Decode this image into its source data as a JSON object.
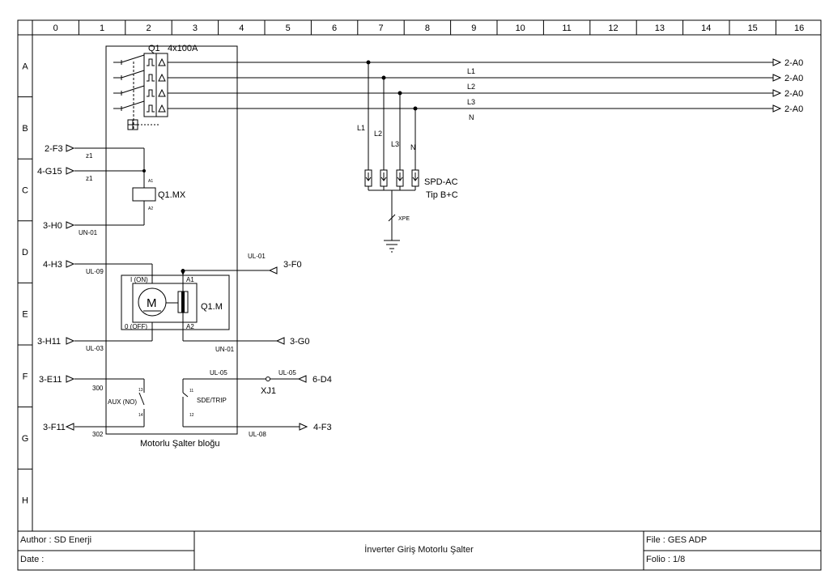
{
  "grid": {
    "columns": [
      "0",
      "1",
      "2",
      "3",
      "4",
      "5",
      "6",
      "7",
      "8",
      "9",
      "10",
      "11",
      "12",
      "13",
      "14",
      "15",
      "16"
    ],
    "rows": [
      "A",
      "B",
      "C",
      "D",
      "E",
      "F",
      "G",
      "H"
    ]
  },
  "breaker": {
    "name": "Q1",
    "rating": "4x100A"
  },
  "bus": {
    "labels": [
      "L1",
      "L2",
      "L3",
      "N"
    ],
    "drop_labels": [
      "L1",
      "L2",
      "L3",
      "N"
    ],
    "refs": [
      "2-A0",
      "2-A0",
      "2-A0",
      "2-A0"
    ]
  },
  "spd": {
    "name": "SPD-AC",
    "type": "Tip B+C",
    "earth_label": "XPE"
  },
  "inputs": {
    "f3": "2-F3",
    "g15": "4-G15",
    "h0": "3-H0",
    "h3": "4-H3",
    "h11": "3-H11",
    "e11": "3-E11",
    "f11": "3-F11"
  },
  "wire_labels": {
    "z1a": "z1",
    "z1b": "z1",
    "un01a": "UN-01",
    "ul09": "UL-09",
    "ul03": "UL-03",
    "ul01": "UL-01",
    "un01b": "UN-01",
    "ul05a": "UL-05",
    "ul05b": "UL-05",
    "ul08": "UL-08",
    "w300": "300",
    "w302": "302"
  },
  "coil": {
    "name": "Q1.MX",
    "a1": "A1",
    "a2": "A2"
  },
  "motor": {
    "name": "Q1.M",
    "symbol": "M",
    "on_label": "I (ON)",
    "off_label": "0 (OFF)",
    "a1": "A1",
    "a2": "A2"
  },
  "outputs": {
    "f0": "3-F0",
    "g0": "3-G0",
    "d4": "6-D4",
    "f3": "4-F3"
  },
  "aux": {
    "name": "AUX (NO)",
    "t1": "13",
    "t2": "14"
  },
  "sde": {
    "name": "SDE/TRIP",
    "t1": "11",
    "t2": "12"
  },
  "xj1": "XJ1",
  "block_caption": "Motorlu Şalter bloğu",
  "title_block": {
    "author": "Author : SD Enerji",
    "date": "Date :",
    "title": "İnverter Giriş Motorlu Şalter",
    "file": "File : GES ADP",
    "folio": "Folio : 1/8"
  }
}
